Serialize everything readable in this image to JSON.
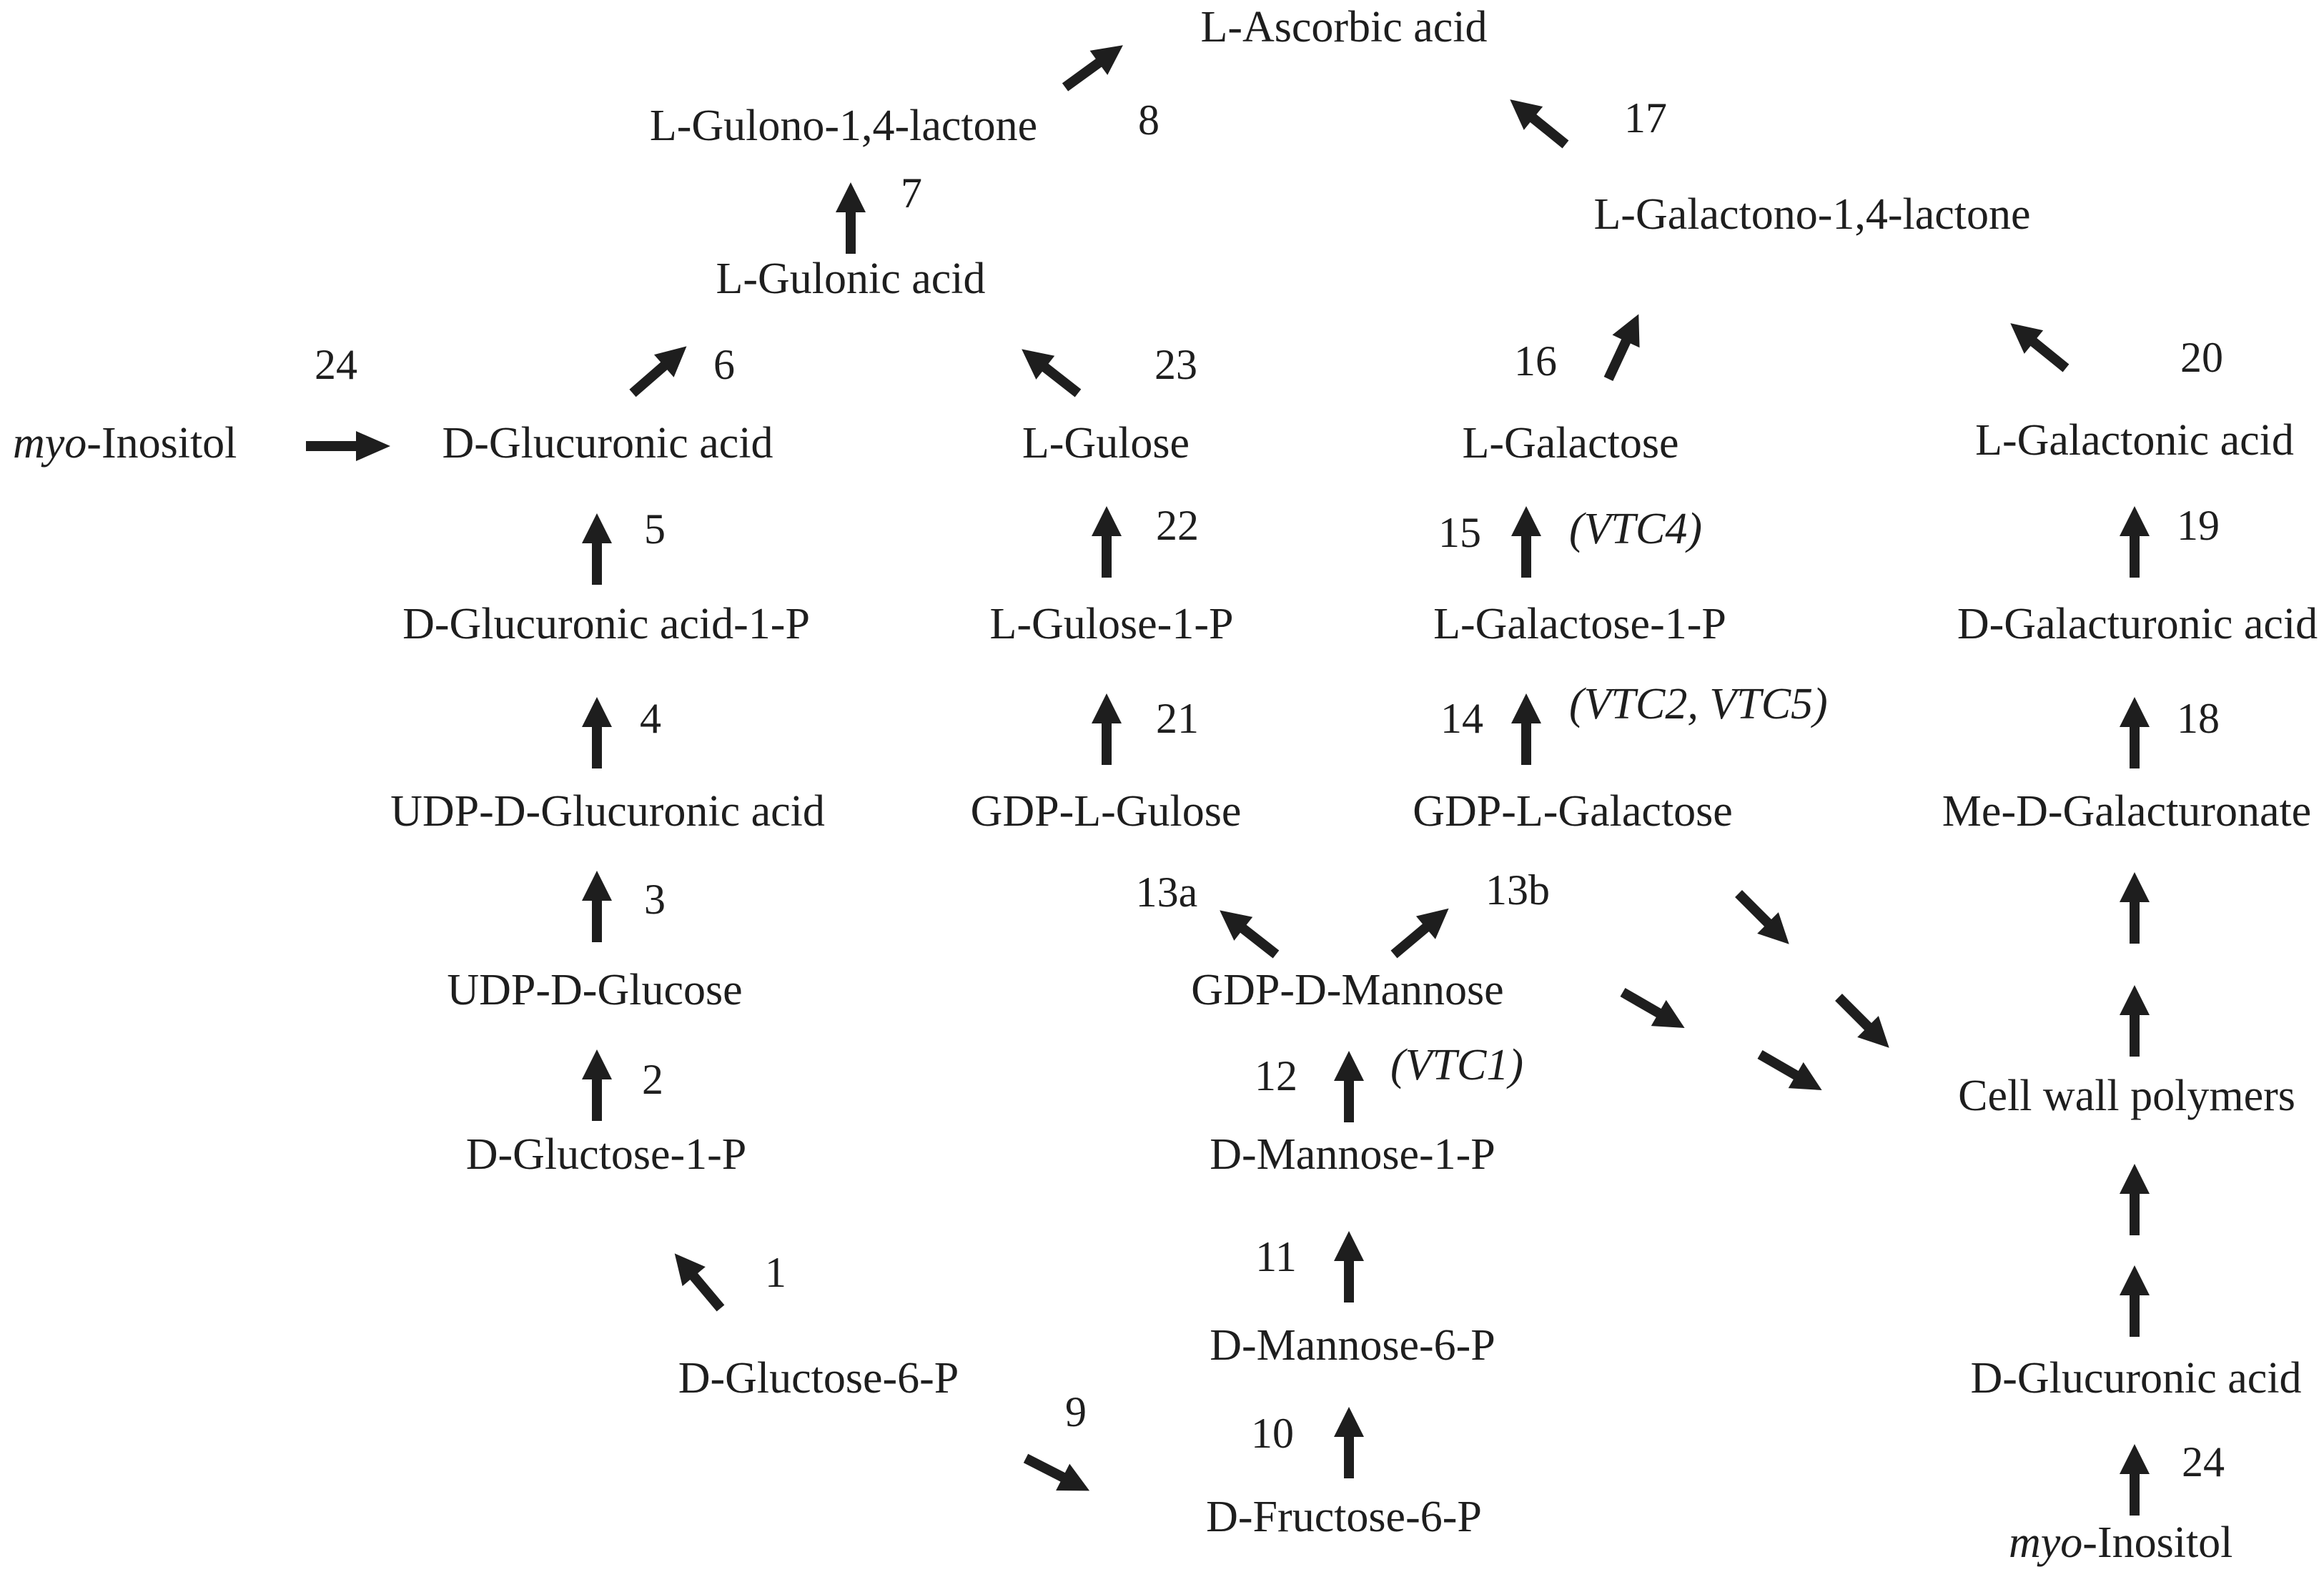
{
  "compounds": {
    "ascorbic": "L-Ascorbic acid",
    "gulonolactone": "L-Gulono-1,4-lactone",
    "gulonic": "L-Gulonic acid",
    "galactonolactone": "L-Galactono-1,4-lactone",
    "myo_left_prefix": "myo",
    "myo_left_rest": "-Inositol",
    "glucuronic_left": "D-Glucuronic acid",
    "gulose": "L-Gulose",
    "galactose": "L-Galactose",
    "galactonic": "L-Galactonic acid",
    "glucuronic_1p": "D-Glucuronic acid-1-P",
    "gulose_1p": "L-Gulose-1-P",
    "galactose_1p": "L-Galactose-1-P",
    "galacturonic": "D-Galacturonic acid",
    "udp_glucuronic": "UDP-D-Glucuronic acid",
    "gdp_gulose": "GDP-L-Gulose",
    "gdp_galactose": "GDP-L-Galactose",
    "me_galacturonate": "Me-D-Galacturonate",
    "udp_glucose": "UDP-D-Glucose",
    "gdp_mannose": "GDP-D-Mannose",
    "glucose_1p": "D-Gluctose-1-P",
    "cell_wall": "Cell wall polymers",
    "mannose_1p": "D-Mannose-1-P",
    "mannose_6p": "D-Mannose-6-P",
    "glucose_6p": "D-Gluctose-6-P",
    "glucuronic_right": "D-Glucuronic acid",
    "fructose_6p": "D-Fructose-6-P",
    "myo_right_prefix": "myo",
    "myo_right_rest": "-Inositol"
  },
  "genes": {
    "vtc4": "(VTC4)",
    "vtc2_vtc5": "(VTC2, VTC5)",
    "vtc1": "(VTC1)"
  },
  "steps": {
    "s1": "1",
    "s2": "2",
    "s3": "3",
    "s4": "4",
    "s5": "5",
    "s6": "6",
    "s7": "7",
    "s8": "8",
    "s9": "9",
    "s10": "10",
    "s11": "11",
    "s12": "12",
    "s13a": "13a",
    "s13b": "13b",
    "s14": "14",
    "s15": "15",
    "s16": "16",
    "s17": "17",
    "s18": "18",
    "s19": "19",
    "s20": "20",
    "s21": "21",
    "s22": "22",
    "s23": "23",
    "s24_left": "24",
    "s24_right": "24"
  }
}
